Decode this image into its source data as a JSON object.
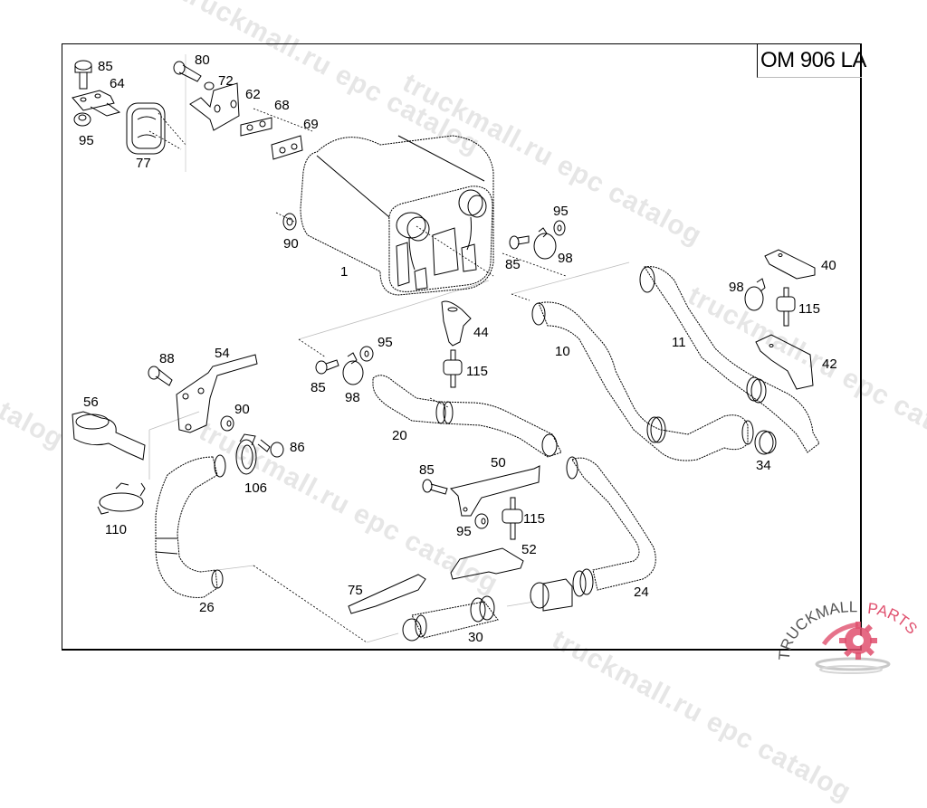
{
  "diagram": {
    "model_label": "OM 906 LA",
    "watermark_text": "truckmall.ru epc catalog",
    "callouts": [
      {
        "id": "85",
        "text": "85",
        "part": "bolt"
      },
      {
        "id": "64",
        "text": "64",
        "part": "bracket"
      },
      {
        "id": "95",
        "text": "95",
        "part": "washer"
      },
      {
        "id": "77",
        "text": "77",
        "part": "rubber-mount"
      },
      {
        "id": "80",
        "text": "80",
        "part": "bolt"
      },
      {
        "id": "72",
        "text": "72",
        "part": "sleeve"
      },
      {
        "id": "62",
        "text": "62",
        "part": "bracket"
      },
      {
        "id": "68",
        "text": "68",
        "part": "plate"
      },
      {
        "id": "69",
        "text": "69",
        "part": "plate"
      },
      {
        "id": "90",
        "text": "90",
        "part": "nut"
      },
      {
        "id": "1",
        "text": "1",
        "part": "muffler"
      },
      {
        "id": "95b",
        "text": "95",
        "part": "washer"
      },
      {
        "id": "85b",
        "text": "85",
        "part": "bolt"
      },
      {
        "id": "98",
        "text": "98",
        "part": "clamp"
      },
      {
        "id": "40",
        "text": "40",
        "part": "bracket"
      },
      {
        "id": "98b",
        "text": "98",
        "part": "clamp"
      },
      {
        "id": "115",
        "text": "115",
        "part": "rubber-buffer"
      },
      {
        "id": "42",
        "text": "42",
        "part": "bracket"
      },
      {
        "id": "10",
        "text": "10",
        "part": "pipe"
      },
      {
        "id": "11",
        "text": "11",
        "part": "pipe"
      },
      {
        "id": "44",
        "text": "44",
        "part": "hanger"
      },
      {
        "id": "115b",
        "text": "115",
        "part": "rubber-buffer"
      },
      {
        "id": "95c",
        "text": "95",
        "part": "washer"
      },
      {
        "id": "85c",
        "text": "85",
        "part": "bolt"
      },
      {
        "id": "98c",
        "text": "98",
        "part": "clamp"
      },
      {
        "id": "20",
        "text": "20",
        "part": "pipe"
      },
      {
        "id": "88",
        "text": "88",
        "part": "bolt"
      },
      {
        "id": "54",
        "text": "54",
        "part": "bracket"
      },
      {
        "id": "56",
        "text": "56",
        "part": "clamp"
      },
      {
        "id": "90b",
        "text": "90",
        "part": "nut"
      },
      {
        "id": "86",
        "text": "86",
        "part": "bolt"
      },
      {
        "id": "106",
        "text": "106",
        "part": "clamp"
      },
      {
        "id": "110",
        "text": "110",
        "part": "clamp"
      },
      {
        "id": "34",
        "text": "34",
        "part": "seal-ring"
      },
      {
        "id": "85d",
        "text": "85",
        "part": "bolt"
      },
      {
        "id": "50",
        "text": "50",
        "part": "bracket"
      },
      {
        "id": "115c",
        "text": "115",
        "part": "rubber-buffer"
      },
      {
        "id": "95d",
        "text": "95",
        "part": "washer"
      },
      {
        "id": "52",
        "text": "52",
        "part": "heat-shield"
      },
      {
        "id": "26",
        "text": "26",
        "part": "pipe"
      },
      {
        "id": "75",
        "text": "75",
        "part": "heat-shield"
      },
      {
        "id": "24",
        "text": "24",
        "part": "pipe"
      },
      {
        "id": "30",
        "text": "30",
        "part": "pipe"
      }
    ]
  },
  "logo": {
    "text_left": "TRUCKMALL",
    "text_right": "PARTS",
    "colors": {
      "text": "#555555",
      "accent": "#e0506e",
      "swoosh": "#c9c9c9"
    }
  }
}
